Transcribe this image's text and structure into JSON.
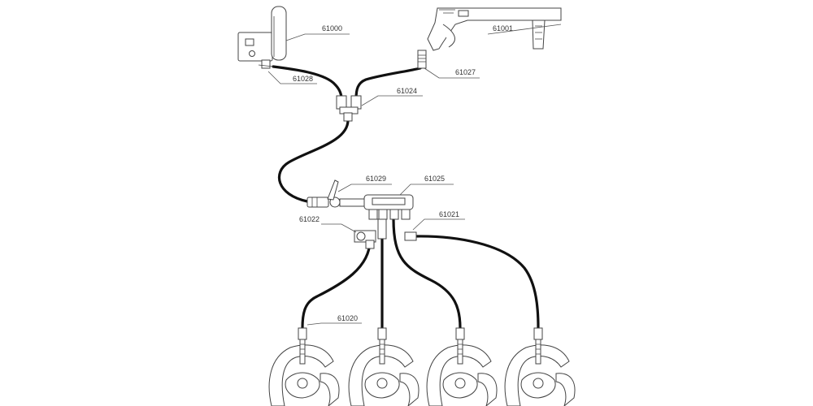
{
  "labels": {
    "p61000": "61000",
    "p61001": "61001",
    "p61028": "61028",
    "p61027": "61027",
    "p61024": "61024",
    "p61029": "61029",
    "p61025": "61025",
    "p61022": "61022",
    "p61021": "61021",
    "p61020": "61020"
  }
}
